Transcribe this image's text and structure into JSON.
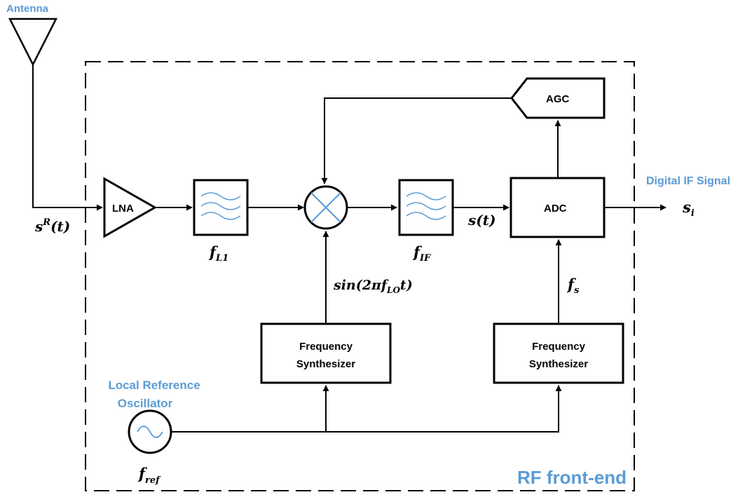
{
  "labels": {
    "antenna": "Antenna",
    "lna": "LNA",
    "agc": "AGC",
    "adc": "ADC",
    "freq_synth_1_line1": "Frequency",
    "freq_synth_1_line2": "Synthesizer",
    "freq_synth_2_line1": "Frequency",
    "freq_synth_2_line2": "Synthesizer",
    "digital_if_signal": "Digital IF Signal",
    "local_ref_line1": "Local Reference",
    "local_ref_line2": "Oscillator",
    "rf_front_end": "RF front-end"
  },
  "math": {
    "sR_base": "s",
    "sR_sup": "R",
    "sR_arg": "(t)",
    "fL1_base": "f",
    "fL1_sub": "L1",
    "fIF_base": "f",
    "fIF_sub": "IF",
    "st": "s(t)",
    "si_base": "s",
    "si_sub": "i",
    "lo_pre": "sin(2πf",
    "lo_sub": "LO",
    "lo_post": "t)",
    "fs_base": "f",
    "fs_sub": "s",
    "fref_base": "f",
    "fref_sub": "ref"
  },
  "colors": {
    "accent": "#5b9bd5",
    "line": "#000000",
    "dashed_border": "#000000"
  }
}
